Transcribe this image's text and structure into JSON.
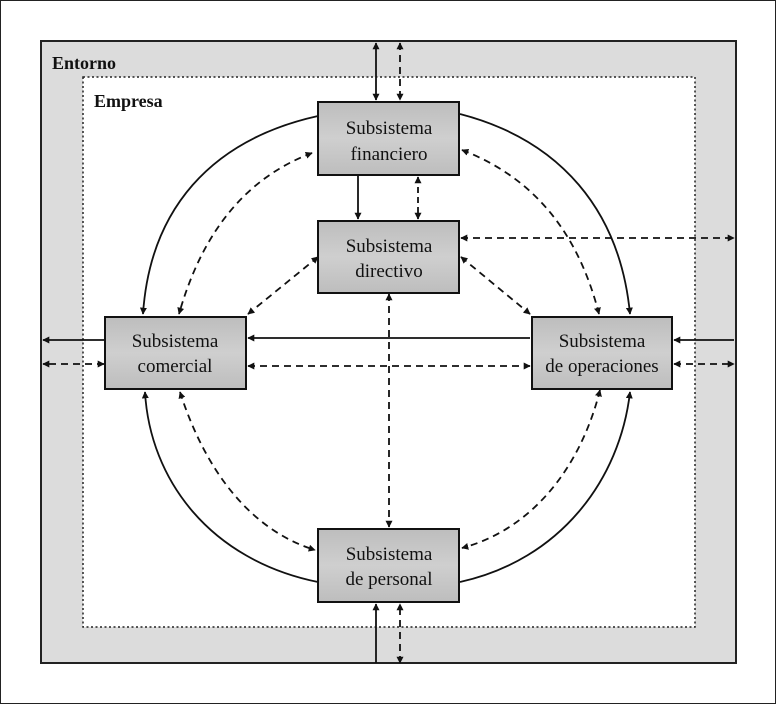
{
  "entorno": {
    "label": "Entorno"
  },
  "empresa": {
    "label": "Empresa"
  },
  "subsistemas": {
    "financiero": {
      "line1": "Subsistema",
      "line2": "financiero"
    },
    "directivo": {
      "line1": "Subsistema",
      "line2": "directivo"
    },
    "comercial": {
      "line1": "Subsistema",
      "line2": "comercial"
    },
    "operaciones": {
      "line1": "Subsistema",
      "line2": "de operaciones"
    },
    "personal": {
      "line1": "Subsistema",
      "line2": "de personal"
    }
  },
  "colors": {
    "entorno_fill": "#dcdcdc",
    "box_fill": "#c8c8c8",
    "line": "#111111"
  }
}
